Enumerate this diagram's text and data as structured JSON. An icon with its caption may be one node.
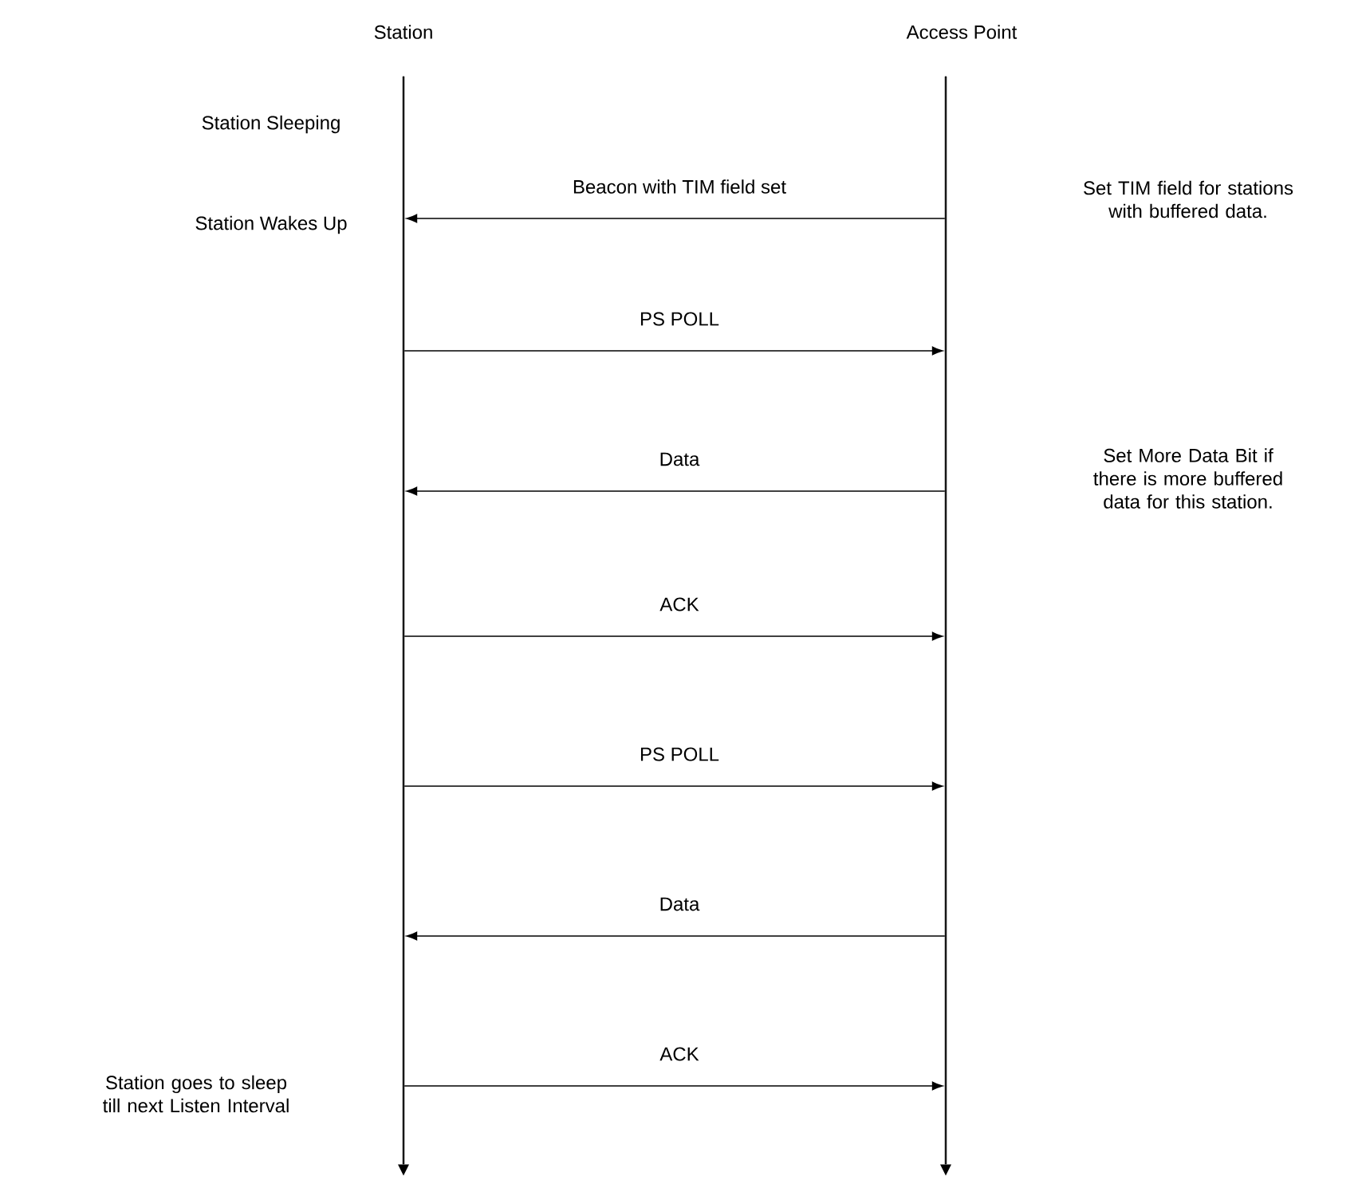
{
  "diagram": {
    "nodes": [
      {
        "text": [
          "Station"
        ]
      },
      {
        "text": [
          "Access Point"
        ]
      },
      {
        "text": [],
        "shape": "bar"
      },
      {
        "text": [],
        "shape": "bar"
      }
    ],
    "edges": [
      {
        "from": 3,
        "to": 2,
        "arrow": "to",
        "label": "Beacon with TIM field set"
      },
      {
        "from": 2,
        "to": 3,
        "arrow": "to",
        "label": "PS POLL"
      },
      {
        "from": 3,
        "to": 2,
        "arrow": "to",
        "label": "Data"
      },
      {
        "from": 2,
        "to": 3,
        "arrow": "to",
        "label": "ACK"
      },
      {
        "from": 2,
        "to": 3,
        "arrow": "to",
        "label": "PS POLL"
      },
      {
        "from": 3,
        "to": 2,
        "arrow": "to",
        "label": "Data"
      },
      {
        "from": 2,
        "to": 3,
        "arrow": "to",
        "label": "ACK"
      }
    ],
    "labels": [
      "Station Sleeping",
      "Set TIM field for stations with buffered data.",
      "Station Wakes Up",
      "Set More Data Bit if there is more buffered data for this station.",
      "Station goes to sleep till next Listen Interval"
    ]
  }
}
